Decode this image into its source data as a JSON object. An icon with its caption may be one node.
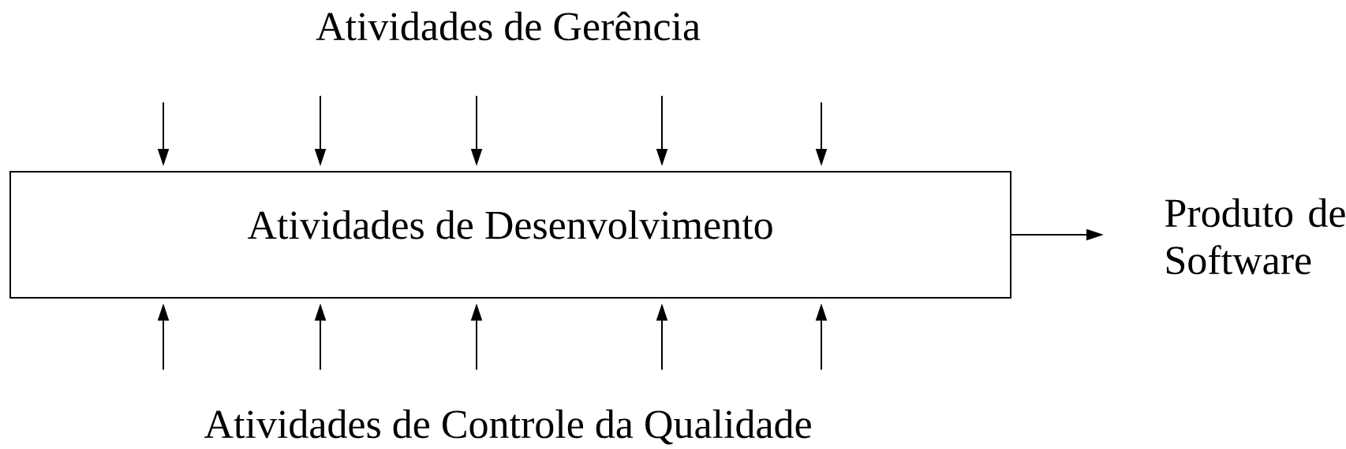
{
  "diagram": {
    "nodes": [
      {
        "text": [
          "Atividades de Gerência"
        ]
      },
      {
        "text": [
          "Atividades de Desenvolvimento"
        ]
      },
      {
        "text": [
          "Atividades de Controle da Qualidade"
        ]
      },
      {
        "text": [
          "Produto de Software"
        ]
      }
    ],
    "edges": [
      {
        "from": null,
        "to": 1,
        "arrow": "to"
      },
      {
        "from": 0,
        "to": 1,
        "arrow": "to"
      },
      {
        "from": 0,
        "to": 1,
        "arrow": "to"
      },
      {
        "from": 0,
        "to": 1,
        "arrow": "to"
      },
      {
        "from": null,
        "to": 1,
        "arrow": "to"
      },
      {
        "from": 2,
        "to": 1,
        "arrow": "to"
      },
      {
        "from": 2,
        "to": 1,
        "arrow": "to"
      },
      {
        "from": 2,
        "to": 1,
        "arrow": "to"
      },
      {
        "from": 2,
        "to": 1,
        "arrow": "to"
      },
      {
        "from": 2,
        "to": 1,
        "arrow": "to"
      },
      {
        "from": 1,
        "to": 3,
        "arrow": "to"
      }
    ]
  }
}
